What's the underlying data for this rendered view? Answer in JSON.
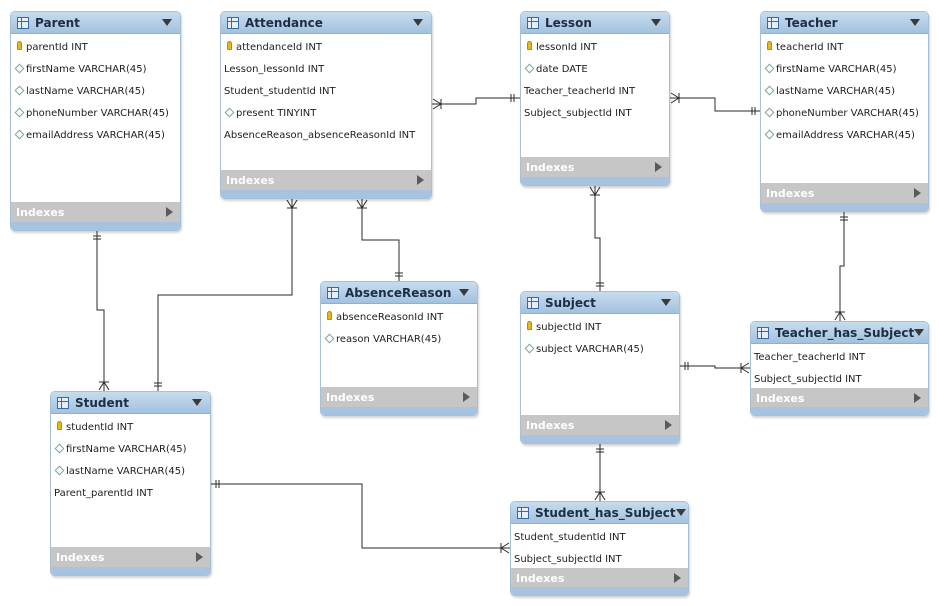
{
  "entities": {
    "parent": {
      "title": "Parent",
      "indexes": "Indexes",
      "columns": [
        {
          "name": "parentId INT",
          "icon": "key"
        },
        {
          "name": "firstName VARCHAR(45)",
          "icon": "diamond"
        },
        {
          "name": "lastName VARCHAR(45)",
          "icon": "diamond"
        },
        {
          "name": "phoneNumber VARCHAR(45)",
          "icon": "diamond"
        },
        {
          "name": "emailAddress VARCHAR(45)",
          "icon": "diamond"
        }
      ]
    },
    "attendance": {
      "title": "Attendance",
      "indexes": "Indexes",
      "columns": [
        {
          "name": "attendanceId INT",
          "icon": "key"
        },
        {
          "name": "Lesson_lessonId INT",
          "icon": "none"
        },
        {
          "name": "Student_studentId INT",
          "icon": "none"
        },
        {
          "name": "present TINYINT",
          "icon": "diamond"
        },
        {
          "name": "AbsenceReason_absenceReasonId INT",
          "icon": "none"
        }
      ]
    },
    "lesson": {
      "title": "Lesson",
      "indexes": "Indexes",
      "columns": [
        {
          "name": "lessonId INT",
          "icon": "key"
        },
        {
          "name": "date DATE",
          "icon": "diamond"
        },
        {
          "name": "Teacher_teacherId INT",
          "icon": "none"
        },
        {
          "name": "Subject_subjectId INT",
          "icon": "none"
        }
      ]
    },
    "teacher": {
      "title": "Teacher",
      "indexes": "Indexes",
      "columns": [
        {
          "name": "teacherId INT",
          "icon": "key"
        },
        {
          "name": "firstName VARCHAR(45)",
          "icon": "diamond"
        },
        {
          "name": "lastName VARCHAR(45)",
          "icon": "diamond"
        },
        {
          "name": "phoneNumber VARCHAR(45)",
          "icon": "diamond"
        },
        {
          "name": "emailAddress VARCHAR(45)",
          "icon": "diamond"
        }
      ]
    },
    "absenceReason": {
      "title": "AbsenceReason",
      "indexes": "Indexes",
      "columns": [
        {
          "name": "absenceReasonId INT",
          "icon": "key"
        },
        {
          "name": "reason VARCHAR(45)",
          "icon": "diamond"
        }
      ]
    },
    "subject": {
      "title": "Subject",
      "indexes": "Indexes",
      "columns": [
        {
          "name": "subjectId INT",
          "icon": "key"
        },
        {
          "name": "subject VARCHAR(45)",
          "icon": "diamond"
        }
      ]
    },
    "teacherHasSubject": {
      "title": "Teacher_has_Subject",
      "indexes": "Indexes",
      "columns": [
        {
          "name": "Teacher_teacherId INT",
          "icon": "none"
        },
        {
          "name": "Subject_subjectId INT",
          "icon": "none"
        }
      ]
    },
    "student": {
      "title": "Student",
      "indexes": "Indexes",
      "columns": [
        {
          "name": "studentId INT",
          "icon": "key"
        },
        {
          "name": "firstName VARCHAR(45)",
          "icon": "diamond"
        },
        {
          "name": "lastName VARCHAR(45)",
          "icon": "diamond"
        },
        {
          "name": "Parent_parentId INT",
          "icon": "none"
        }
      ]
    },
    "studentHasSubject": {
      "title": "Student_has_Subject",
      "indexes": "Indexes",
      "columns": [
        {
          "name": "Student_studentId INT",
          "icon": "none"
        },
        {
          "name": "Subject_subjectId INT",
          "icon": "none"
        }
      ]
    }
  },
  "relationships": [
    {
      "from": "parent",
      "to": "student",
      "cardinality": "one-to-many"
    },
    {
      "from": "student",
      "to": "attendance",
      "cardinality": "one-to-many"
    },
    {
      "from": "absenceReason",
      "to": "attendance",
      "cardinality": "one-to-many"
    },
    {
      "from": "lesson",
      "to": "attendance",
      "cardinality": "one-to-many"
    },
    {
      "from": "teacher",
      "to": "lesson",
      "cardinality": "one-to-many"
    },
    {
      "from": "subject",
      "to": "lesson",
      "cardinality": "one-to-many"
    },
    {
      "from": "teacher",
      "to": "teacherHasSubject",
      "cardinality": "one-to-many"
    },
    {
      "from": "subject",
      "to": "teacherHasSubject",
      "cardinality": "one-to-many"
    },
    {
      "from": "subject",
      "to": "studentHasSubject",
      "cardinality": "one-to-many"
    },
    {
      "from": "student",
      "to": "studentHasSubject",
      "cardinality": "one-to-many"
    }
  ]
}
